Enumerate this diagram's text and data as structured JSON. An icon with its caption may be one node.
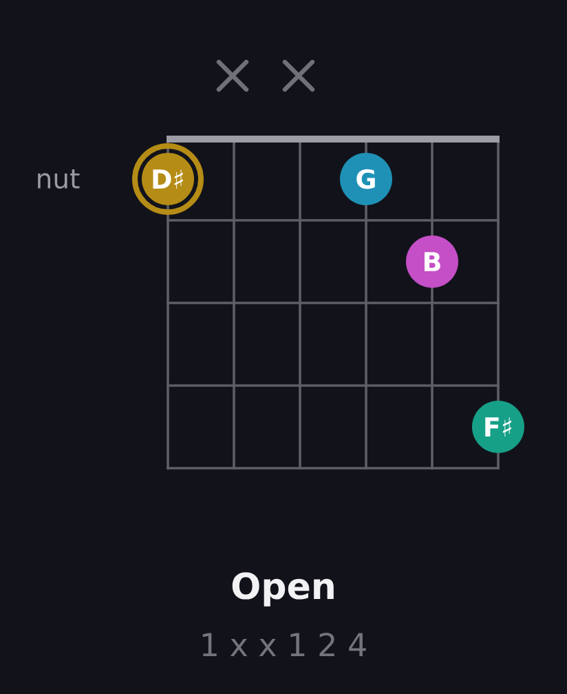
{
  "diagram": {
    "title": "Open",
    "nodes": [
      {
        "text": [
          "D♯"
        ]
      },
      {
        "text": [
          "G"
        ]
      },
      {
        "text": [
          "B"
        ]
      },
      {
        "text": [
          "F♯"
        ]
      }
    ],
    "labels": [
      "nut",
      "1 x x 1 2 4"
    ]
  }
}
